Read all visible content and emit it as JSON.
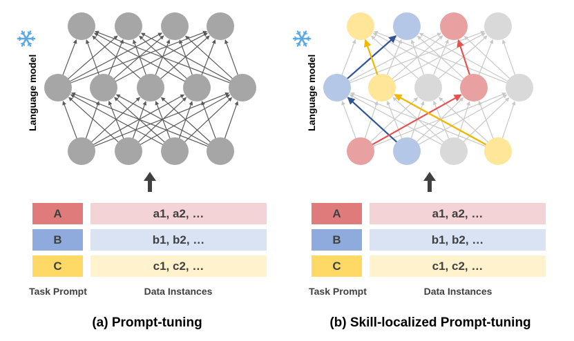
{
  "panels": [
    {
      "id": "a",
      "caption": "(a) Prompt-tuning",
      "side_label": "Language model",
      "frozen_icon": "snowflake-icon",
      "highlighted": false,
      "node_colors": {
        "top": [
          "gray",
          "gray",
          "gray",
          "gray"
        ],
        "mid": [
          "gray",
          "gray",
          "gray",
          "gray",
          "gray"
        ],
        "bottom": [
          "gray",
          "gray",
          "gray",
          "gray"
        ]
      },
      "highlight_paths": [],
      "prompt_rows": [
        {
          "prompt": "A",
          "data": "a1, a2, …",
          "color": "red"
        },
        {
          "prompt": "B",
          "data": "b1, b2, …",
          "color": "blue"
        },
        {
          "prompt": "C",
          "data": "c1, c2, …",
          "color": "yellow"
        }
      ],
      "footer_left": "Task Prompt",
      "footer_right": "Data Instances"
    },
    {
      "id": "b",
      "caption": "(b) Skill-localized Prompt-tuning",
      "side_label": "Language model",
      "frozen_icon": "snowflake-icon",
      "highlighted": true,
      "node_colors": {
        "top": [
          "yellow",
          "blue",
          "red",
          "light"
        ],
        "mid": [
          "blue",
          "yellow",
          "light",
          "red",
          "light"
        ],
        "bottom": [
          "red",
          "blue",
          "light",
          "yellow"
        ]
      },
      "highlight_paths": [
        {
          "color": "blue",
          "from": [
            "bottom",
            1
          ],
          "via": [
            "mid",
            0
          ],
          "to": [
            "top",
            1
          ]
        },
        {
          "color": "red",
          "from": [
            "bottom",
            0
          ],
          "via": [
            "mid",
            3
          ],
          "to": [
            "top",
            2
          ]
        },
        {
          "color": "yellow",
          "from": [
            "bottom",
            3
          ],
          "via": [
            "mid",
            1
          ],
          "to": [
            "top",
            0
          ]
        },
        {
          "color": "yellow",
          "from": [
            "bottom",
            3
          ],
          "via": [
            "mid",
            1
          ],
          "to": null
        }
      ],
      "prompt_rows": [
        {
          "prompt": "A",
          "data": "a1, a2, …",
          "color": "red"
        },
        {
          "prompt": "B",
          "data": "b1, b2, …",
          "color": "blue"
        },
        {
          "prompt": "C",
          "data": "c1, c2, …",
          "color": "yellow"
        }
      ],
      "footer_left": "Task Prompt",
      "footer_right": "Data Instances"
    }
  ],
  "palette": {
    "gray": "#a6a6a6",
    "light": "#d9d9d9",
    "blue": "#b4c7e7",
    "red": "#e8a0a0",
    "yellow": "#ffe699",
    "edge_dark": "#595959",
    "edge_light": "#c8c8c8",
    "path_blue": "#2f5597",
    "path_red": "#e85050",
    "path_yellow": "#f2b800",
    "prompt_red": "#e07b7b",
    "prompt_blue": "#8faadc",
    "prompt_yellow": "#ffd966",
    "data_red": "#f4d3d6",
    "data_blue": "#dae3f3",
    "data_yellow": "#fff2cc",
    "text": "#404040",
    "snowflake": "#5aa9e6"
  }
}
